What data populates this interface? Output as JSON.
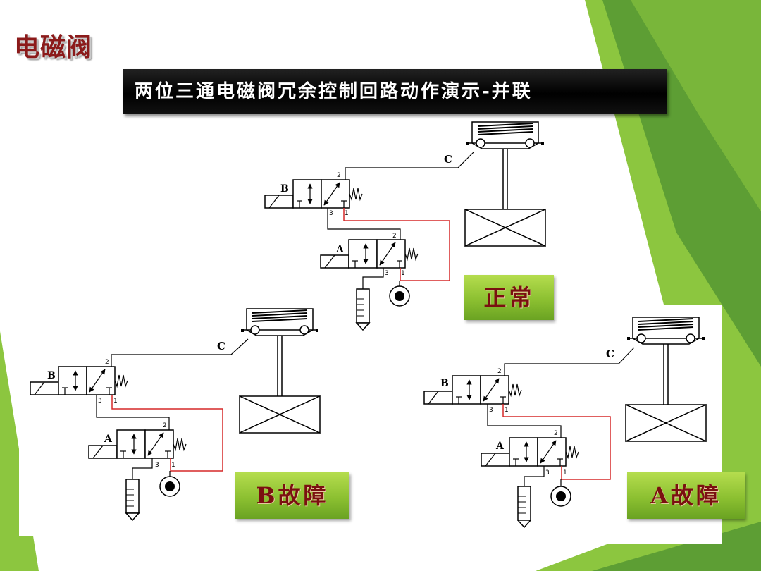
{
  "slide": {
    "title": "电磁阀",
    "subtitle": "两位三通电磁阀冗余控制回路动作演示-并联"
  },
  "diagrams": [
    {
      "id": "normal",
      "state_label": "正常",
      "actuator_label": "C",
      "upper_valve_label": "B",
      "lower_valve_label": "A",
      "port_2": "2",
      "port_3": "3",
      "port_1": "1"
    },
    {
      "id": "b-fault",
      "state_label": "B故障",
      "actuator_label": "C",
      "upper_valve_label": "B",
      "lower_valve_label": "A",
      "port_2": "2",
      "port_3": "3",
      "port_1": "1"
    },
    {
      "id": "a-fault",
      "state_label": "A故障",
      "actuator_label": "C",
      "upper_valve_label": "B",
      "lower_valve_label": "A",
      "port_2": "2",
      "port_3": "3",
      "port_1": "1"
    }
  ],
  "colors": {
    "supply_line": "#d62828",
    "green_light": "#8cc63f",
    "green_dark": "#5a9a2a",
    "label_text": "#7a1010"
  }
}
